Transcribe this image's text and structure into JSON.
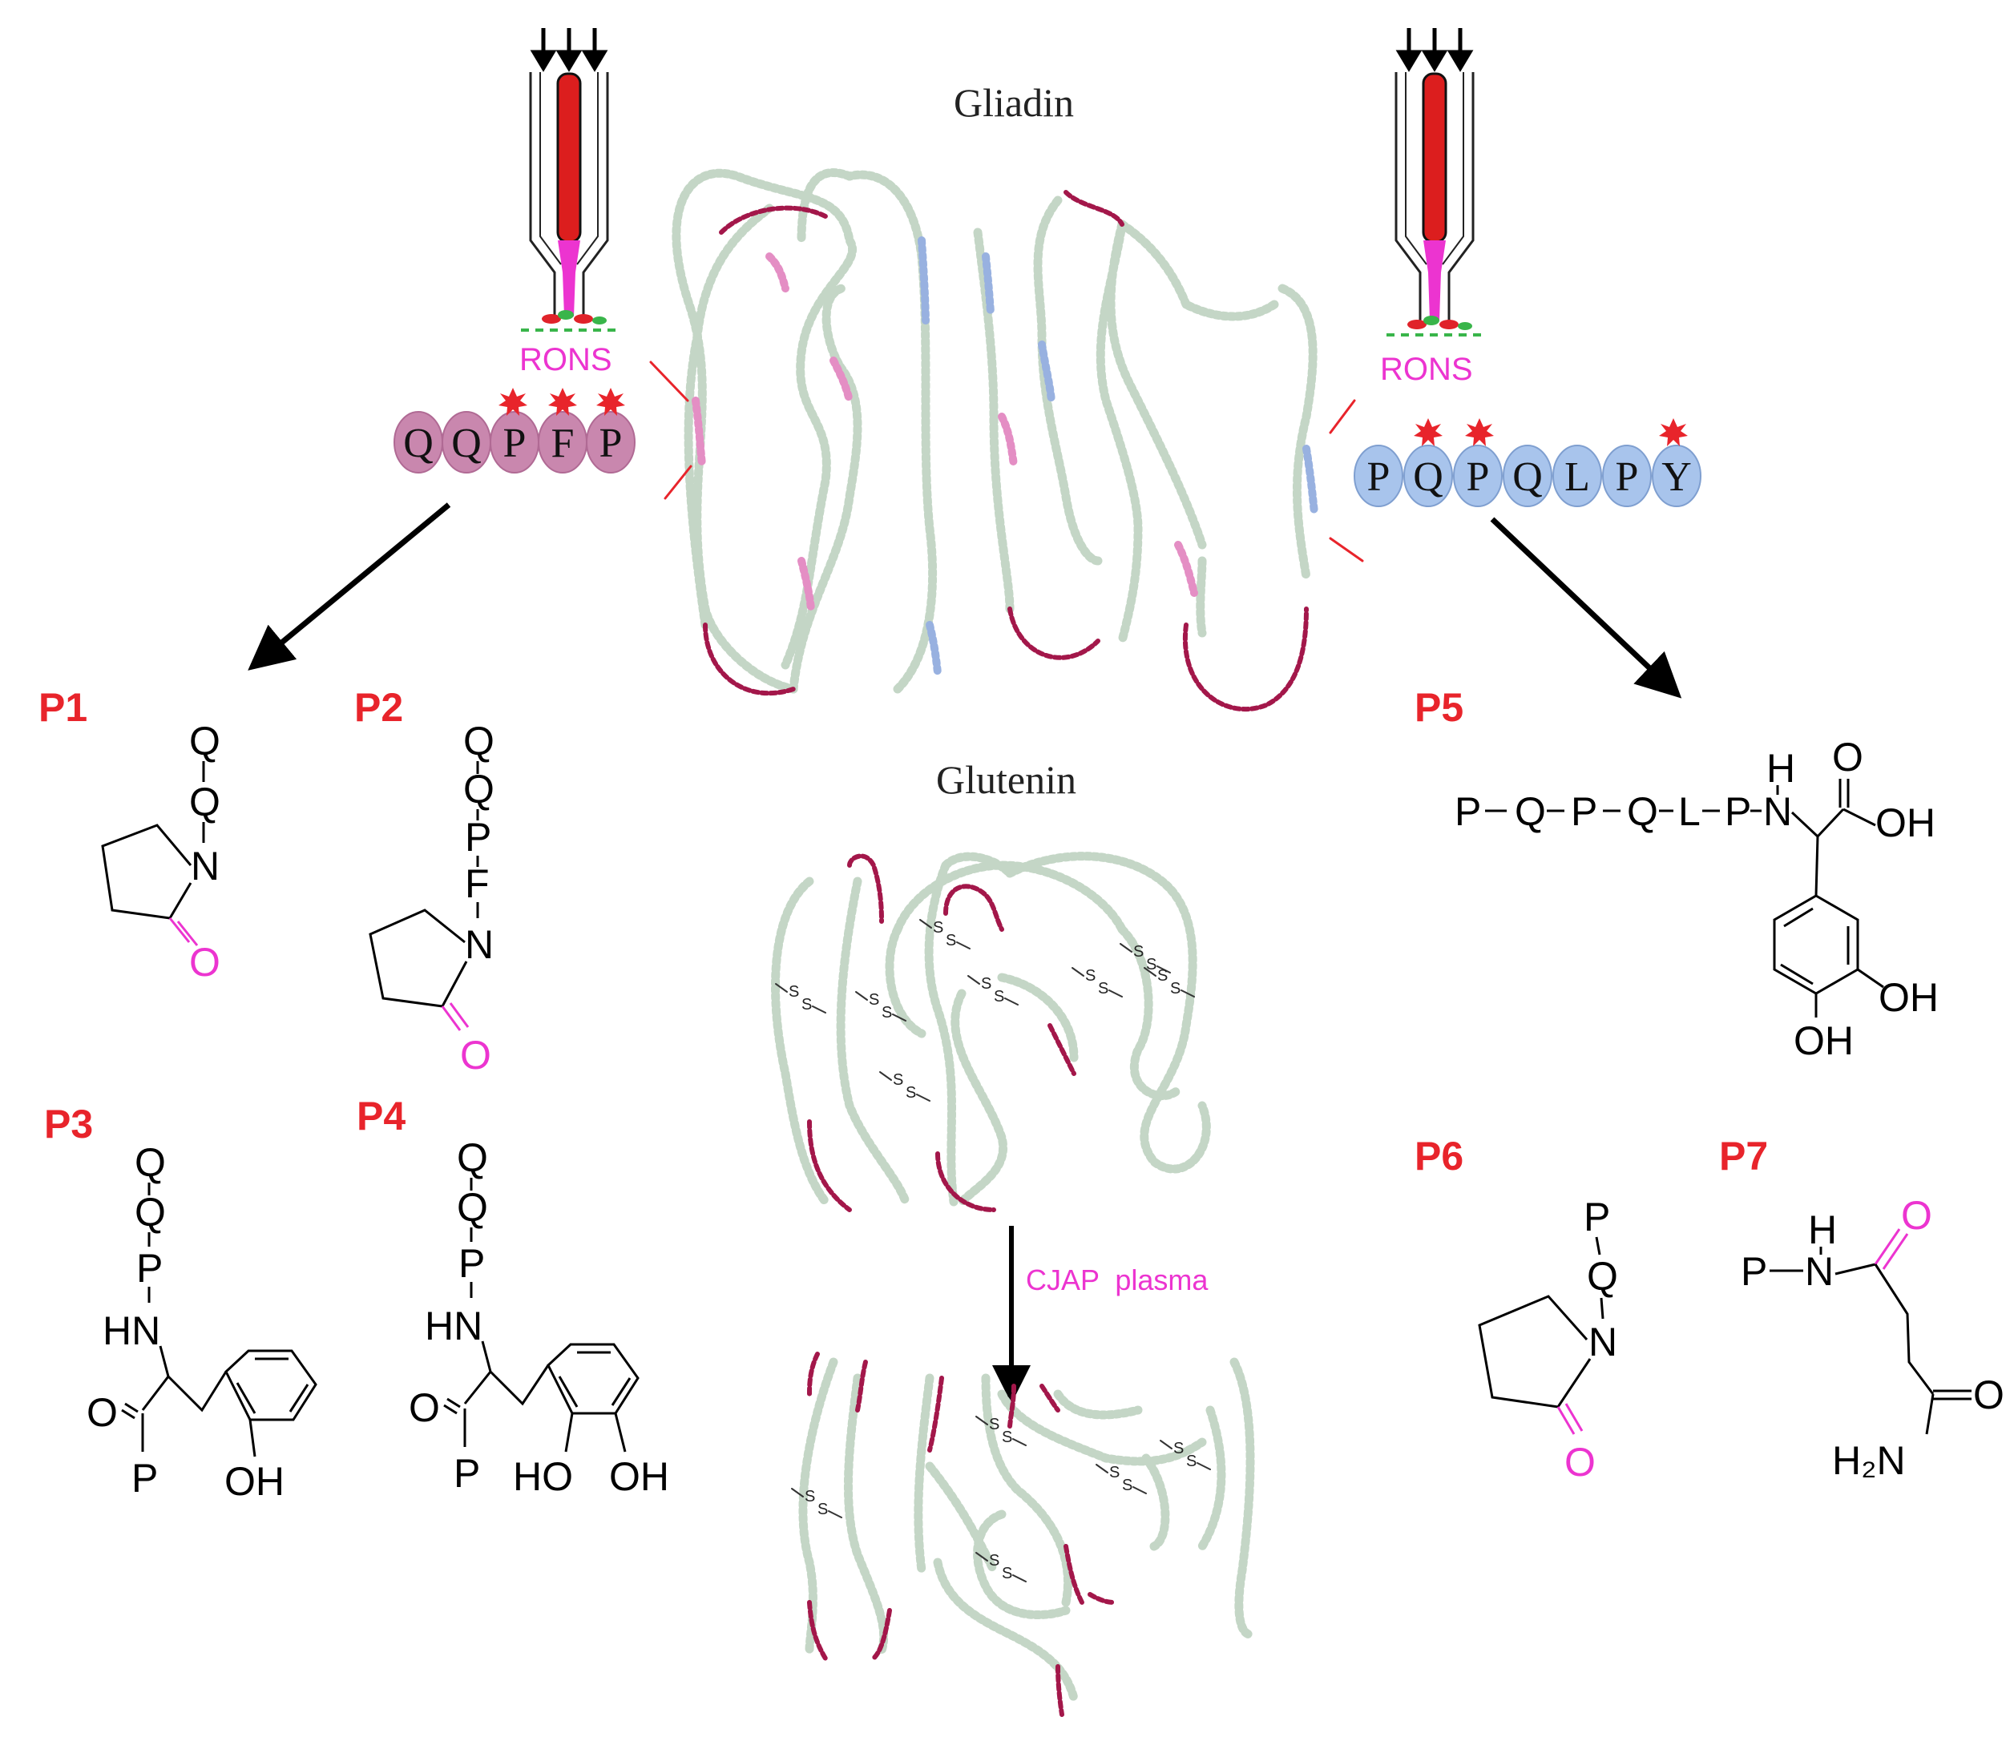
{
  "titles": {
    "gliadin": "Gliadin",
    "glutenin": "Glutenin"
  },
  "rons_label": "RONS",
  "plasma_label": "CJAP  plasma",
  "peptide_left": [
    "Q",
    "Q",
    "P",
    "F",
    "P"
  ],
  "peptide_right": [
    "P",
    "Q",
    "P",
    "Q",
    "L",
    "P",
    "Y"
  ],
  "products": {
    "p1": {
      "label": "P1",
      "chain": [
        "Q",
        "Q",
        "N"
      ],
      "carbonyl": "O"
    },
    "p2": {
      "label": "P2",
      "chain": [
        "Q",
        "Q",
        "P",
        "F",
        "N"
      ],
      "carbonyl": "O"
    },
    "p3": {
      "label": "P3",
      "chain": [
        "Q",
        "Q",
        "P",
        "HN"
      ],
      "o": "O",
      "p": "P",
      "oh": "OH"
    },
    "p4": {
      "label": "P4",
      "chain": [
        "Q",
        "Q",
        "P",
        "HN"
      ],
      "o": "O",
      "p": "P",
      "ho": "HO",
      "oh": "OH"
    },
    "p5": {
      "label": "P5",
      "chain": [
        "P",
        "Q",
        "P",
        "Q",
        "L",
        "P"
      ],
      "n": "N",
      "h": "H",
      "o": "O",
      "oh_acid": "OH",
      "oh1": "OH",
      "oh2": "OH"
    },
    "p6": {
      "label": "P6",
      "chain": [
        "P",
        "Q",
        "N"
      ],
      "carbonyl": "O"
    },
    "p7": {
      "label": "P7",
      "p": "P",
      "n": "N",
      "h": "H",
      "o1": "O",
      "o2": "O",
      "h2n": "H₂N"
    }
  },
  "disulfide": {
    "s1": "S",
    "s2": "S"
  },
  "colors": {
    "label_red": "#e8242b",
    "magenta": "#ec34d0",
    "chain_green": "#c4d6c6",
    "chain_crimson": "#a3174a",
    "chain_pink": "#e48ec4",
    "chain_blue": "#98b1e0",
    "bead_left": "#c987ae",
    "bead_right": "#a8c4ec",
    "nozzle_red": "#dc1e1e"
  },
  "icons": [
    "plasma-jet-icon",
    "reaction-star-icon",
    "arrow-icon"
  ]
}
